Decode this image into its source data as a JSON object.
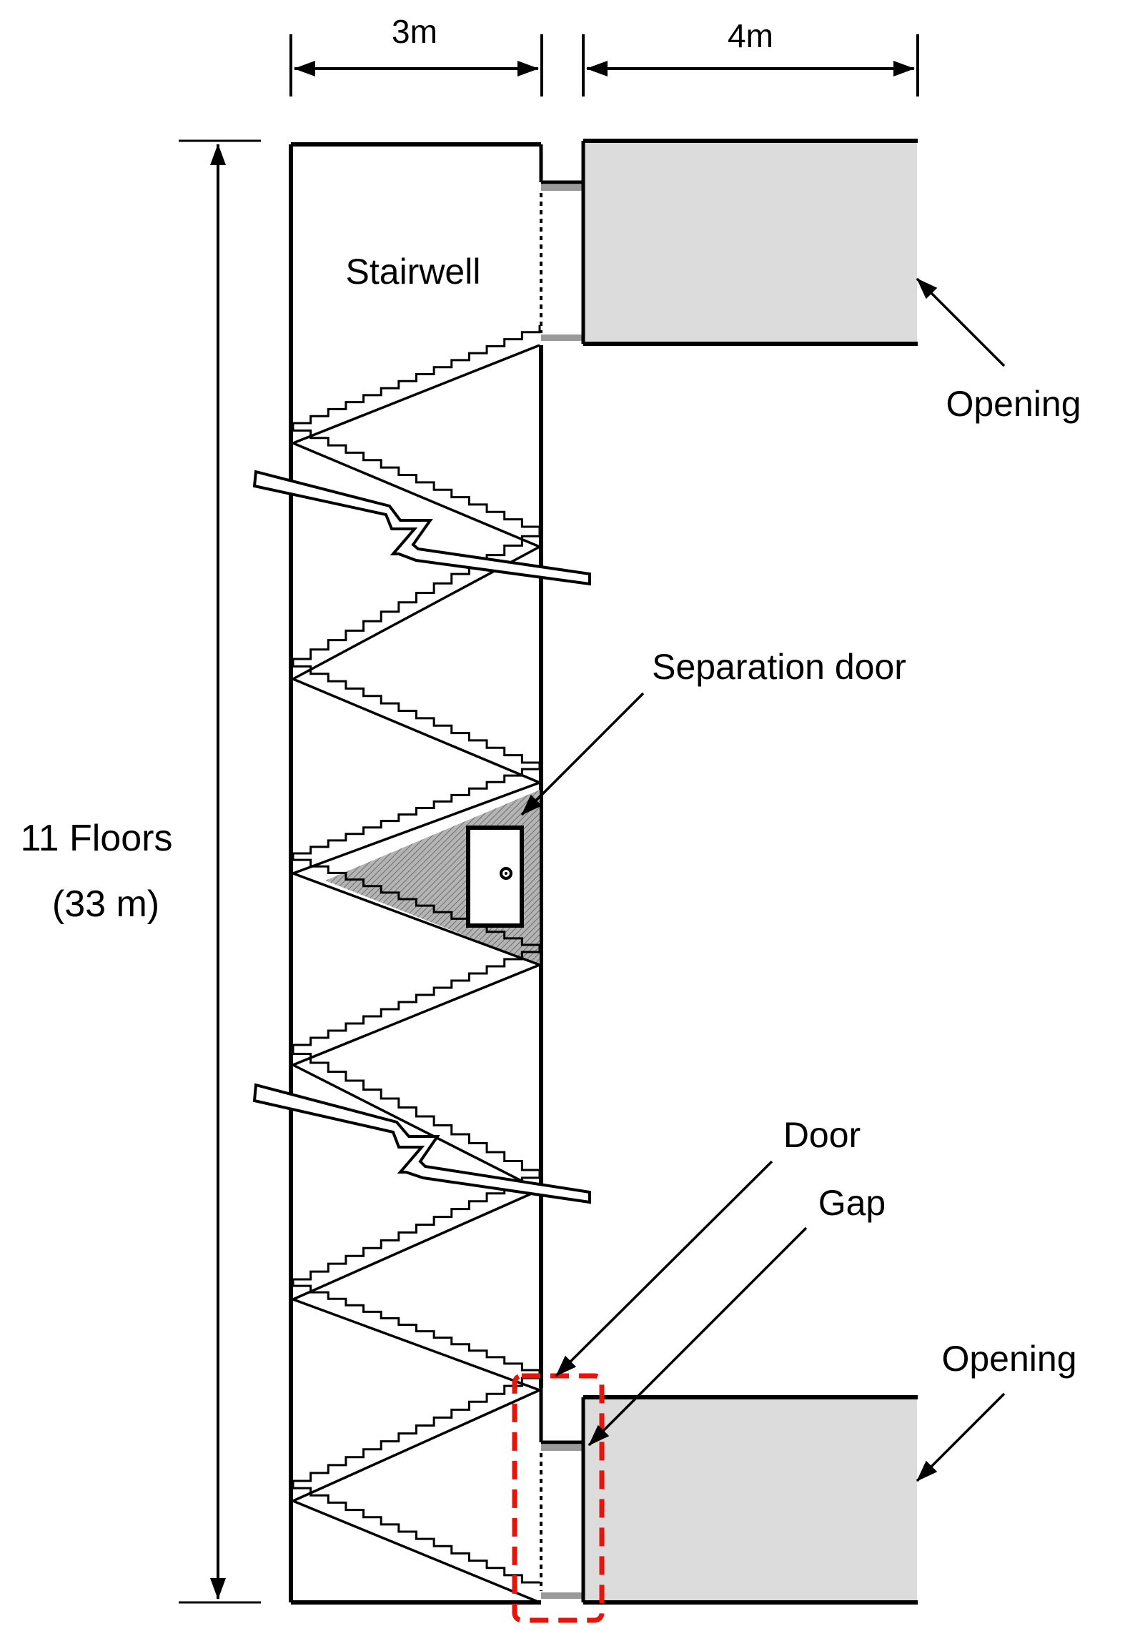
{
  "labels": {
    "width_stairwell": "3m",
    "width_room": "4m",
    "stairwell": "Stairwell",
    "opening_top": "Opening",
    "separation_door": "Separation door",
    "height_floors": "11 Floors",
    "height_meters": "(33 m)",
    "door": "Door",
    "gap": "Gap",
    "opening_bottom": "Opening"
  },
  "colors": {
    "line": "#000000",
    "room_fill": "#dcdcdc",
    "hatch_fill": "#a8a8a8",
    "gap_strip": "#9a9a9a",
    "highlight": "#e8140c"
  }
}
